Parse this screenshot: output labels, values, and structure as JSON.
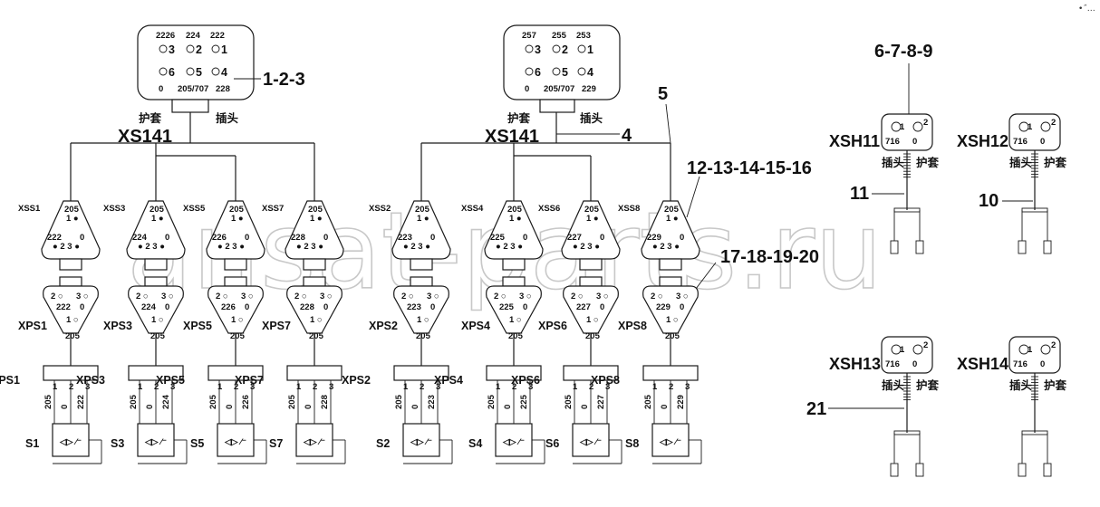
{
  "watermark": "ansat-parts.ru",
  "corner_mark": "•˝…",
  "callouts": {
    "c123": "1-2-3",
    "c4": "4",
    "c5": "5",
    "c6789": "6-7-8-9",
    "c10": "10",
    "c11": "11",
    "c1216": "12-13-14-15-16",
    "c1720": "17-18-19-20",
    "c21": "21"
  },
  "main_connectors": [
    {
      "name": "XS141",
      "top_wires": [
        "2226",
        "224",
        "222"
      ],
      "top_pins": [
        "3",
        "2",
        "1"
      ],
      "mid_pins": [
        "6",
        "5",
        "4"
      ],
      "bottom_wires": [
        "0",
        "205/707",
        "228"
      ],
      "label_left": "护套",
      "label_right": "插头"
    },
    {
      "name": "XS141",
      "top_wires": [
        "257",
        "255",
        "253"
      ],
      "top_pins": [
        "3",
        "2",
        "1"
      ],
      "mid_pins": [
        "6",
        "5",
        "4"
      ],
      "bottom_wires": [
        "0",
        "205/707",
        "229"
      ],
      "label_left": "护套",
      "label_right": "插头"
    }
  ],
  "branches": [
    {
      "xss": "XSS1",
      "xps": "XPS1",
      "sensor": "S1",
      "wire_top": "205",
      "wire_left": "222",
      "wire_right": "0",
      "pins": [
        "205",
        "0",
        "222"
      ]
    },
    {
      "xss": "XSS3",
      "xps": "XPS3",
      "sensor": "S3",
      "wire_top": "205",
      "wire_left": "224",
      "wire_right": "0",
      "pins": [
        "205",
        "0",
        "224"
      ]
    },
    {
      "xss": "XSS5",
      "xps": "XPS5",
      "sensor": "S5",
      "wire_top": "205",
      "wire_left": "226",
      "wire_right": "0",
      "pins": [
        "205",
        "0",
        "226"
      ]
    },
    {
      "xss": "XSS7",
      "xps": "XPS7",
      "sensor": "S7",
      "wire_top": "205",
      "wire_left": "228",
      "wire_right": "0",
      "pins": [
        "205",
        "0",
        "228"
      ]
    },
    {
      "xss": "XSS2",
      "xps": "XPS2",
      "sensor": "S2",
      "wire_top": "205",
      "wire_left": "223",
      "wire_right": "0",
      "pins": [
        "205",
        "0",
        "223"
      ]
    },
    {
      "xss": "XSS4",
      "xps": "XPS4",
      "sensor": "S4",
      "wire_top": "205",
      "wire_left": "225",
      "wire_right": "0",
      "pins": [
        "205",
        "0",
        "225"
      ]
    },
    {
      "xss": "XSS6",
      "xps": "XPS6",
      "sensor": "S6",
      "wire_top": "205",
      "wire_left": "227",
      "wire_right": "0",
      "pins": [
        "205",
        "0",
        "227"
      ]
    },
    {
      "xss": "XSS8",
      "xps": "XPS8",
      "sensor": "S8",
      "wire_top": "205",
      "wire_left": "229",
      "wire_right": "0",
      "pins": [
        "205",
        "0",
        "229"
      ]
    }
  ],
  "pin_numbers": [
    "1",
    "2",
    "3"
  ],
  "small_connectors": [
    {
      "name": "XSH11",
      "wire1": "716",
      "wire2": "0",
      "pin1": "1",
      "pin2": "2",
      "label_a": "插头",
      "label_b": "护套"
    },
    {
      "name": "XSH12",
      "wire1": "716",
      "wire2": "0",
      "pin1": "1",
      "pin2": "2",
      "label_a": "插头",
      "label_b": "护套"
    },
    {
      "name": "XSH13",
      "wire1": "716",
      "wire2": "0",
      "pin1": "1",
      "pin2": "2",
      "label_a": "插头",
      "label_b": "护套"
    },
    {
      "name": "XSH14",
      "wire1": "716",
      "wire2": "0",
      "pin1": "1",
      "pin2": "2",
      "label_a": "插头",
      "label_b": "护套"
    }
  ]
}
